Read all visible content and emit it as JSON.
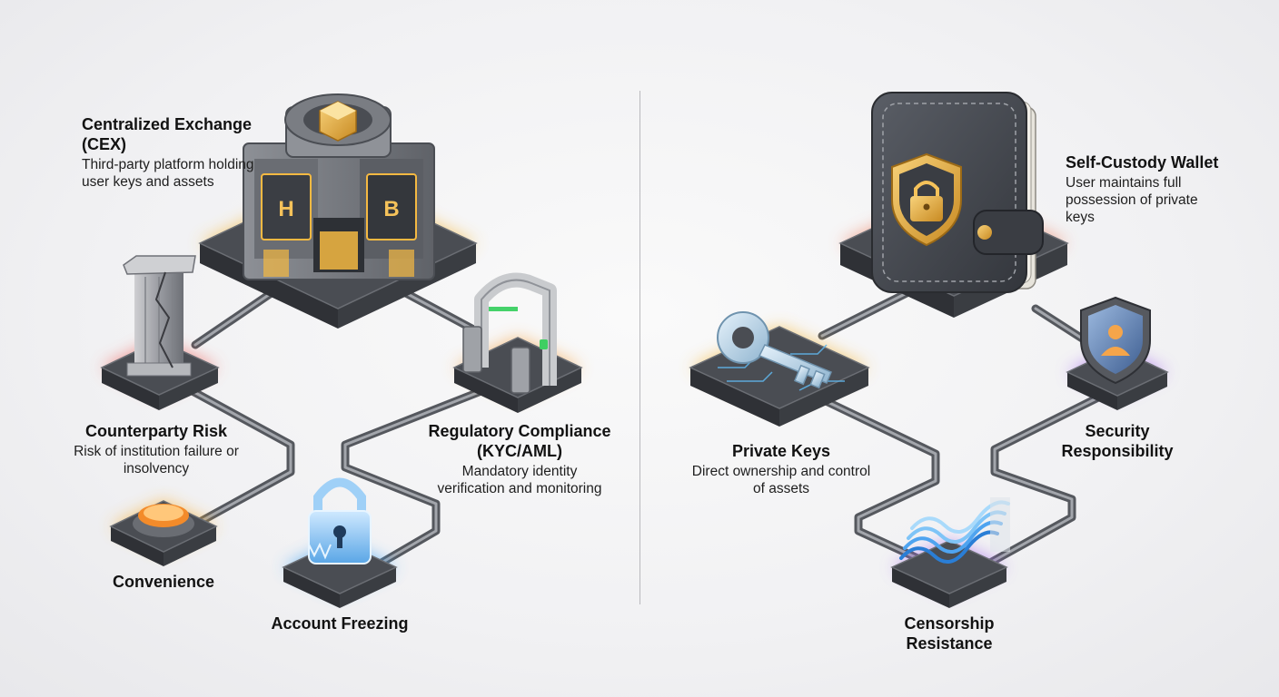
{
  "cex": {
    "title": "Centralized Exchange (CEX)",
    "description": "Third-party platform holding user keys and assets",
    "building_letters": [
      "H",
      "B"
    ]
  },
  "counterparty_risk": {
    "title": "Counterparty Risk",
    "description": "Risk of institution failure or insolvency"
  },
  "convenience": {
    "title": "Convenience"
  },
  "account_freezing": {
    "title": "Account Freezing"
  },
  "regulatory_compliance": {
    "title": "Regulatory Compliance (KYC/AML)",
    "description": "Mandatory identity verification and monitoring"
  },
  "self_custody_wallet": {
    "title": "Self-Custody Wallet",
    "description": "User maintains full possession of private keys"
  },
  "private_keys": {
    "title": "Private Keys",
    "description": "Direct ownership and control of assets"
  },
  "security_responsibility": {
    "title": "Security Responsibility"
  },
  "censorship_resistance": {
    "title": "Censorship Resistance"
  },
  "colors": {
    "gold_glow": "#f5b942",
    "red_glow": "#f0605a",
    "orange_glow": "#f7b23a",
    "blue_glow": "#4aa8f5",
    "purple_glow": "#a86cf0",
    "platform": "#4a4d53",
    "connector": "#5b5e64"
  }
}
